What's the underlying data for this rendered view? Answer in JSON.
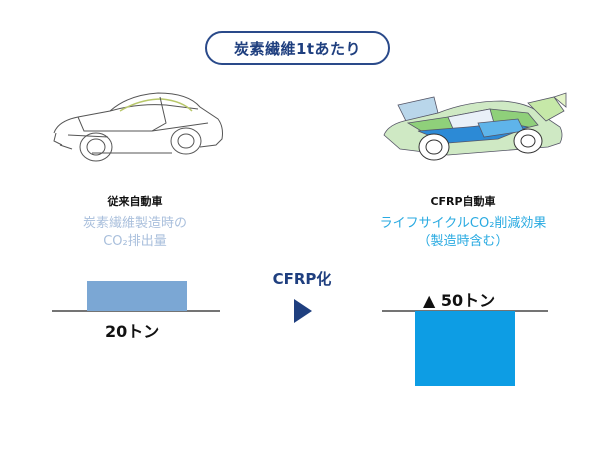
{
  "header": {
    "title": "炭素繊維1tあたり"
  },
  "left": {
    "car_label": "従来自動車",
    "description_line1": "炭素繊維製造時の",
    "description_line2": "CO₂排出量",
    "value_label": "20トン"
  },
  "right": {
    "car_label": "CFRP自動車",
    "description_line1": "ライフサイクルCO₂削減効果",
    "description_line2": "（製造時含む）",
    "value_label": "▲ 50トン"
  },
  "transition": {
    "label": "CFRP化",
    "icon": "play-arrow-icon"
  },
  "colors": {
    "left_bar": "#7ba7d4",
    "right_bar": "#0d9de4",
    "accent": "#1f3f7f"
  },
  "chart_data": {
    "type": "bar",
    "categories": [
      "従来自動車",
      "CFRP自動車"
    ],
    "values": [
      20,
      -50
    ],
    "unit": "トン"
  }
}
